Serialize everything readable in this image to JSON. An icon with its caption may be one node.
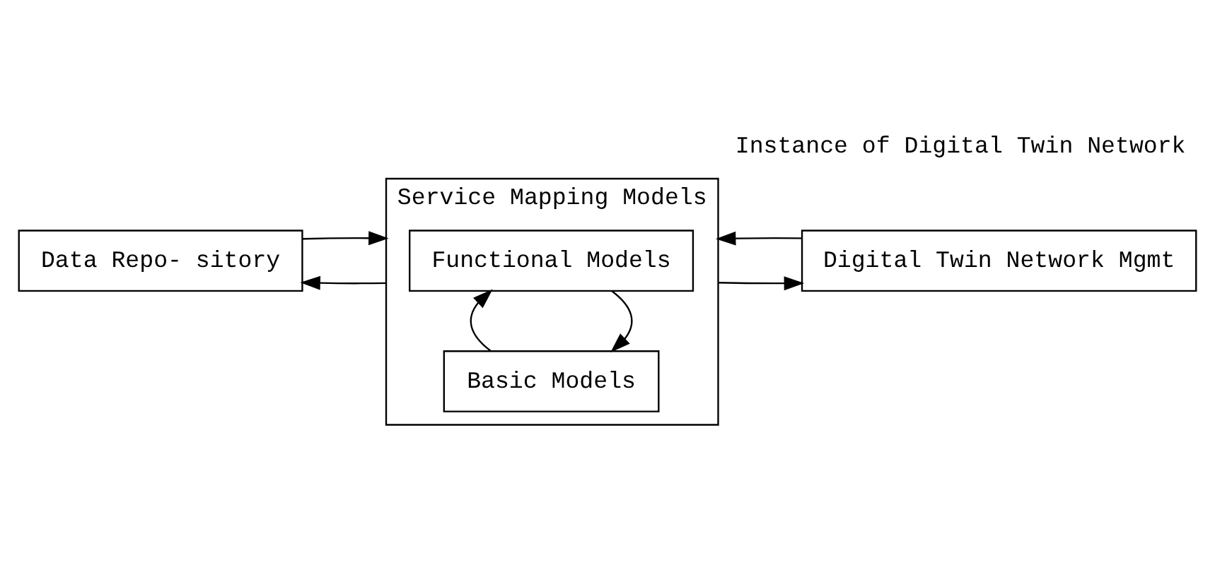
{
  "diagram": {
    "title": "Instance of Digital Twin Network",
    "nodes": [
      {
        "text": [
          "Data Repo- sitory"
        ]
      },
      {
        "text": [
          "Service Mapping Models"
        ]
      },
      {
        "text": [
          "Functional Models"
        ],
        "in": 1
      },
      {
        "text": [
          "Basic Models"
        ],
        "in": 1
      },
      {
        "text": [
          "Digital Twin Network Mgmt"
        ]
      }
    ],
    "edges": [
      {
        "from": 0,
        "to": 1,
        "arrow": "to"
      },
      {
        "from": 1,
        "to": 0,
        "arrow": "to"
      },
      {
        "from": 1,
        "to": 4,
        "arrow": "to"
      },
      {
        "from": 4,
        "to": 1,
        "arrow": "to"
      },
      {
        "from": 2,
        "to": 3,
        "arrow": "to"
      },
      {
        "from": 3,
        "to": 2,
        "arrow": "to"
      }
    ]
  }
}
